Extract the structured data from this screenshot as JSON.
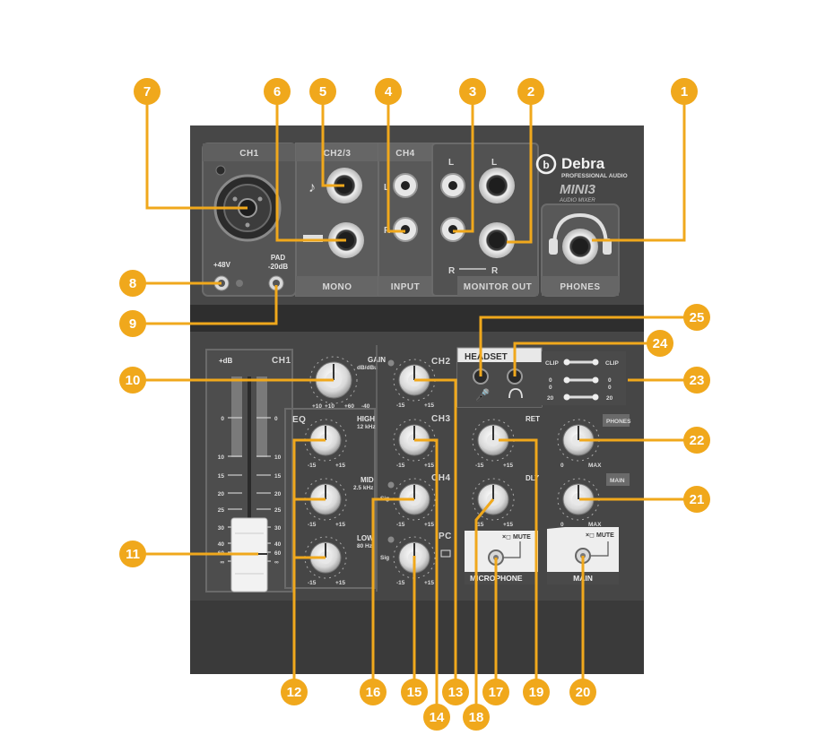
{
  "brand": {
    "name": "Debra",
    "tagline": "PROFESSIONAL AUDIO",
    "model": "MINI3",
    "model_sub": "AUDIO MIXER"
  },
  "sections": {
    "ch1": "CH1",
    "ch23": "CH2/3",
    "ch4": "CH4",
    "mono": "MONO",
    "input": "INPUT",
    "monitor_out": "MONITOR OUT",
    "phones": "PHONES",
    "headset": "HEADSET",
    "microphone": "MICROPHONE",
    "main": "MAIN",
    "eq": "EQ",
    "ch2": "CH2",
    "ch3": "CH3",
    "ch4_knob": "CH4",
    "pc": "PC",
    "ret": "RET",
    "dly": "DLY",
    "phones_tag": "PHONES",
    "main_tag": "MAIN",
    "meter_db": "+dB",
    "meter_ch1": "CH1"
  },
  "labels": {
    "phantom": "+48V",
    "pad": "PAD",
    "pad_val": "-20dB",
    "L": "L",
    "R": "R",
    "gain": "GAIN",
    "gain_sub": "dB/dBu",
    "high": "HIGH",
    "high_freq": "12 kHz",
    "mid": "MID",
    "mid_freq": "2.5 kHz",
    "low": "LOW",
    "low_freq": "80 Hz",
    "mute": "MUTE",
    "clip": "CLIP",
    "sig": "Sig",
    "minus15": "-15",
    "plus15": "+15",
    "zero": "0",
    "max": "MAX",
    "twenty": "20",
    "gain_scale": [
      "+10",
      "+10",
      "+60",
      "-40"
    ],
    "fader_scale": [
      "0",
      "10",
      "15",
      "20",
      "25",
      "30",
      "40",
      "60",
      "∞"
    ]
  },
  "callouts": [
    "1",
    "2",
    "3",
    "4",
    "5",
    "6",
    "7",
    "8",
    "9",
    "10",
    "11",
    "12",
    "13",
    "14",
    "15",
    "16",
    "17",
    "18",
    "19",
    "20",
    "21",
    "22",
    "23",
    "24",
    "25"
  ],
  "colors": {
    "callout": "#f0a81c",
    "panel_dark": "#404040",
    "panel_top": "#4a4a4a",
    "section_fill": "#5c5c5c"
  }
}
